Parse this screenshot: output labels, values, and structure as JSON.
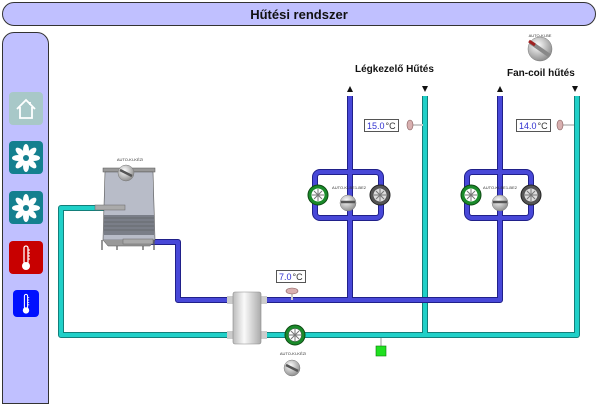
{
  "header": {
    "title": "Hűtési rendszer"
  },
  "sidebar": {
    "items": [
      {
        "name": "home",
        "icon": "home-icon",
        "color": "#a8c8c8"
      },
      {
        "name": "fan-1",
        "icon": "fan-icon",
        "color": "#14808f"
      },
      {
        "name": "fan-2",
        "icon": "fan-icon",
        "color": "#14808f"
      },
      {
        "name": "heating",
        "icon": "thermometer-icon",
        "color": "#c80000"
      },
      {
        "name": "cooling",
        "icon": "thermometer-icon",
        "color": "#0010ff"
      }
    ]
  },
  "sections": {
    "air_handler": "Légkezelő Hűtés",
    "fancoil": "Fan-coil hűtés"
  },
  "switches": {
    "tower": "AUTO-KI-KÉZI",
    "main_pump": "AUTO-KI-KÉZI",
    "air_handler_pumps": "AUTO-KI-BE1-BE2",
    "fancoil_pumps": "AUTO-KI-BE1-BE2",
    "fancoil_mode": "AUTO-KI-BE"
  },
  "temperatures": {
    "supply": {
      "value": "7.0",
      "unit": "°C"
    },
    "air_handler_return": {
      "value": "15.0",
      "unit": "°C"
    },
    "fancoil_return": {
      "value": "14.0",
      "unit": "°C"
    }
  },
  "colors": {
    "supply_pipe": "#4040d0",
    "return_pipe": "#20d0c8",
    "pump_on": "#1a8a2a",
    "pump_off": "#555555",
    "status_ok": "#20e020"
  }
}
